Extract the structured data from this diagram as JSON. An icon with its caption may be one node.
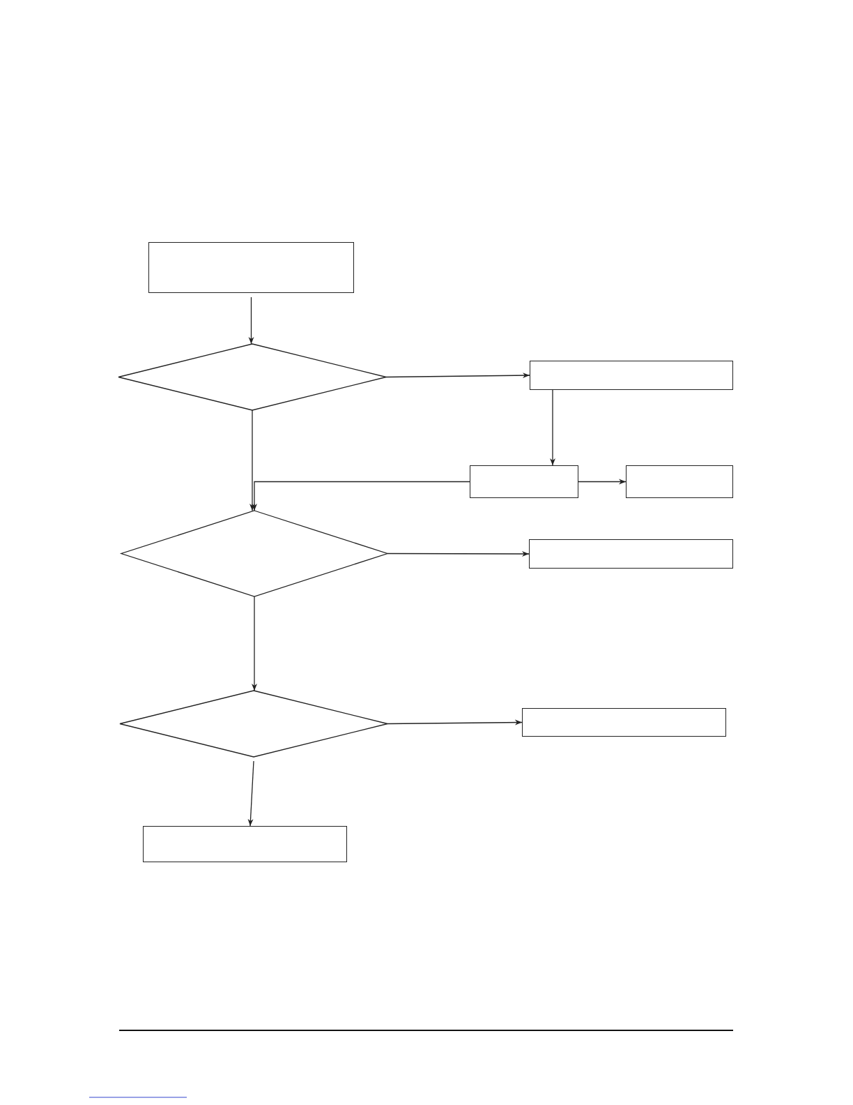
{
  "diagram": {
    "nodes": [
      {
        "text": [],
        "shape": "box"
      },
      {
        "text": [],
        "shape": "diamond"
      },
      {
        "text": [],
        "shape": "box"
      },
      {
        "text": [],
        "shape": "box"
      },
      {
        "text": [],
        "shape": "box"
      },
      {
        "text": [],
        "shape": "diamond"
      },
      {
        "text": [],
        "shape": "box"
      },
      {
        "text": [],
        "shape": "diamond"
      },
      {
        "text": [],
        "shape": "box"
      },
      {
        "text": [],
        "shape": "box"
      }
    ],
    "edges": [
      {
        "from": 0,
        "to": 1,
        "arrow": "to"
      },
      {
        "from": 1,
        "to": 2,
        "arrow": "to"
      },
      {
        "from": 2,
        "to": 3,
        "arrow": "to"
      },
      {
        "from": 3,
        "to": 4,
        "arrow": "to"
      },
      {
        "from": 1,
        "to": 5,
        "arrow": "to"
      },
      {
        "from": 3,
        "to": 5,
        "arrow": "to"
      },
      {
        "from": 5,
        "to": 6,
        "arrow": "to"
      },
      {
        "from": 5,
        "to": 7,
        "arrow": "to"
      },
      {
        "from": 7,
        "to": 8,
        "arrow": "to"
      },
      {
        "from": 7,
        "to": 9,
        "arrow": "to"
      }
    ]
  }
}
